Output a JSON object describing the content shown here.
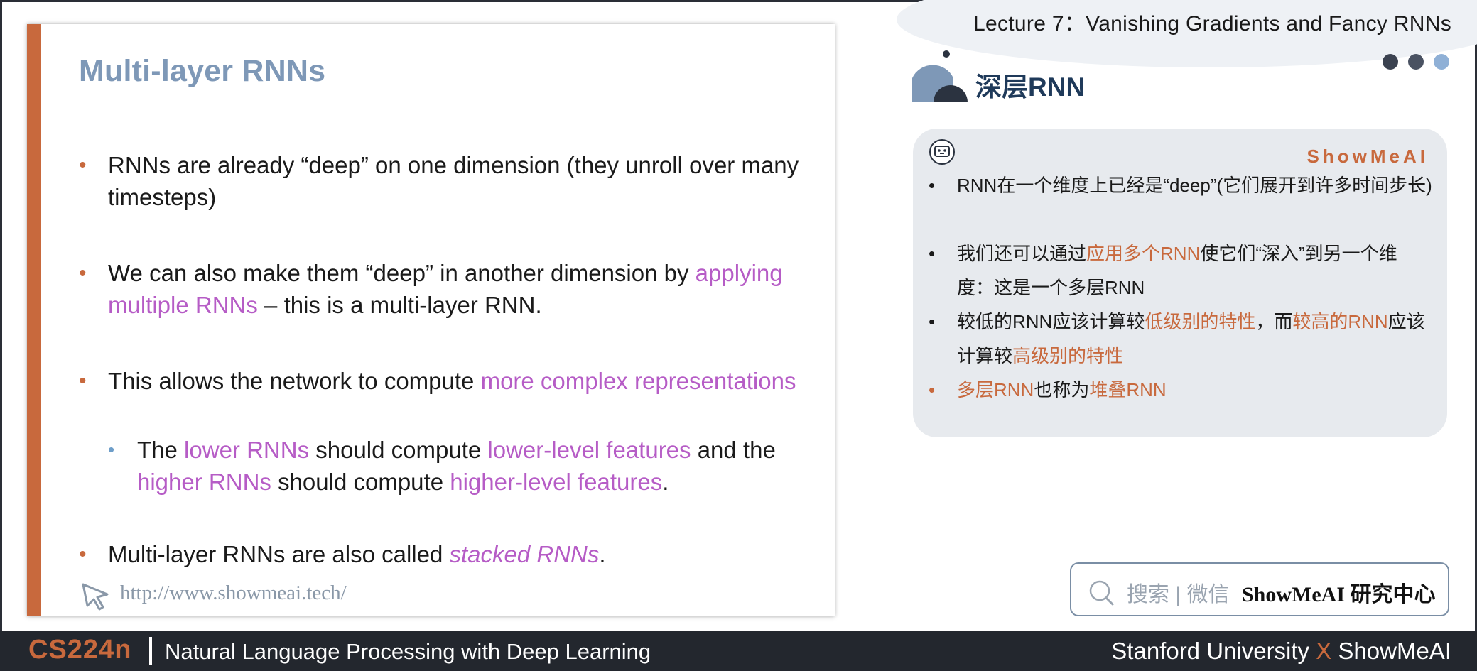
{
  "header": {
    "lecture_title": "Lecture 7：Vanishing Gradients and Fancy RNNs",
    "section_title": "深层RNN",
    "nav_dots": [
      "#3b4250",
      "#4a5262",
      "#8fb0d6"
    ]
  },
  "slide": {
    "title": "Multi-layer RNNs",
    "bullet1": "RNNs are already “deep” on one dimension (they unroll over many timesteps)",
    "bullet2_a": "We can also make them “deep” in another dimension by ",
    "bullet2_hl": "applying multiple RNNs",
    "bullet2_b": " – this is a multi-layer RNN.",
    "bullet3_a": "This allows the network to compute ",
    "bullet3_hl": "more complex representations",
    "sub_a": "The ",
    "sub_hl1": "lower RNNs",
    "sub_b": " should compute ",
    "sub_hl2": "lower-level features",
    "sub_c": " and the ",
    "sub_hl3": "higher RNNs",
    "sub_d": " should compute ",
    "sub_hl4": "higher-level features",
    "sub_e": ".",
    "bullet4_a": "Multi-layer RNNs are also called ",
    "bullet4_hl": "stacked RNNs",
    "bullet4_b": ".",
    "url": "http://www.showmeai.tech/"
  },
  "translation": {
    "brand": "ShowMeAI",
    "t1": "RNN在一个维度上已经是“deep”(它们展开到许多时间步长)",
    "t2_a": "我们还可以通过",
    "t2_hl": "应用多个RNN",
    "t2_b": "使它们“深入”到另一个维度：这是一个多层RNN",
    "t3_a": "较低的RNN应该计算较",
    "t3_hl1": "低级别的特性",
    "t3_b": "，而",
    "t3_hl2": "较高的RNN",
    "t3_c": "应该计算较",
    "t3_hl3": "高级别的特性",
    "t4_hl1": "多层RNN",
    "t4_a": "也称为",
    "t4_hl2": "堆叠RNN"
  },
  "search": {
    "placeholder": "搜索 | 微信",
    "brand": "ShowMeAI 研究中心"
  },
  "footer": {
    "course_code": "CS224n",
    "course_name": "Natural Language Processing with Deep Learning",
    "right_a": "Stanford University ",
    "right_x": "X",
    "right_b": " ShowMeAI"
  },
  "colors": {
    "accent": "#c8693d",
    "highlight": "#b65cc6",
    "title": "#7e98b7",
    "footer_bg": "#23272e"
  }
}
